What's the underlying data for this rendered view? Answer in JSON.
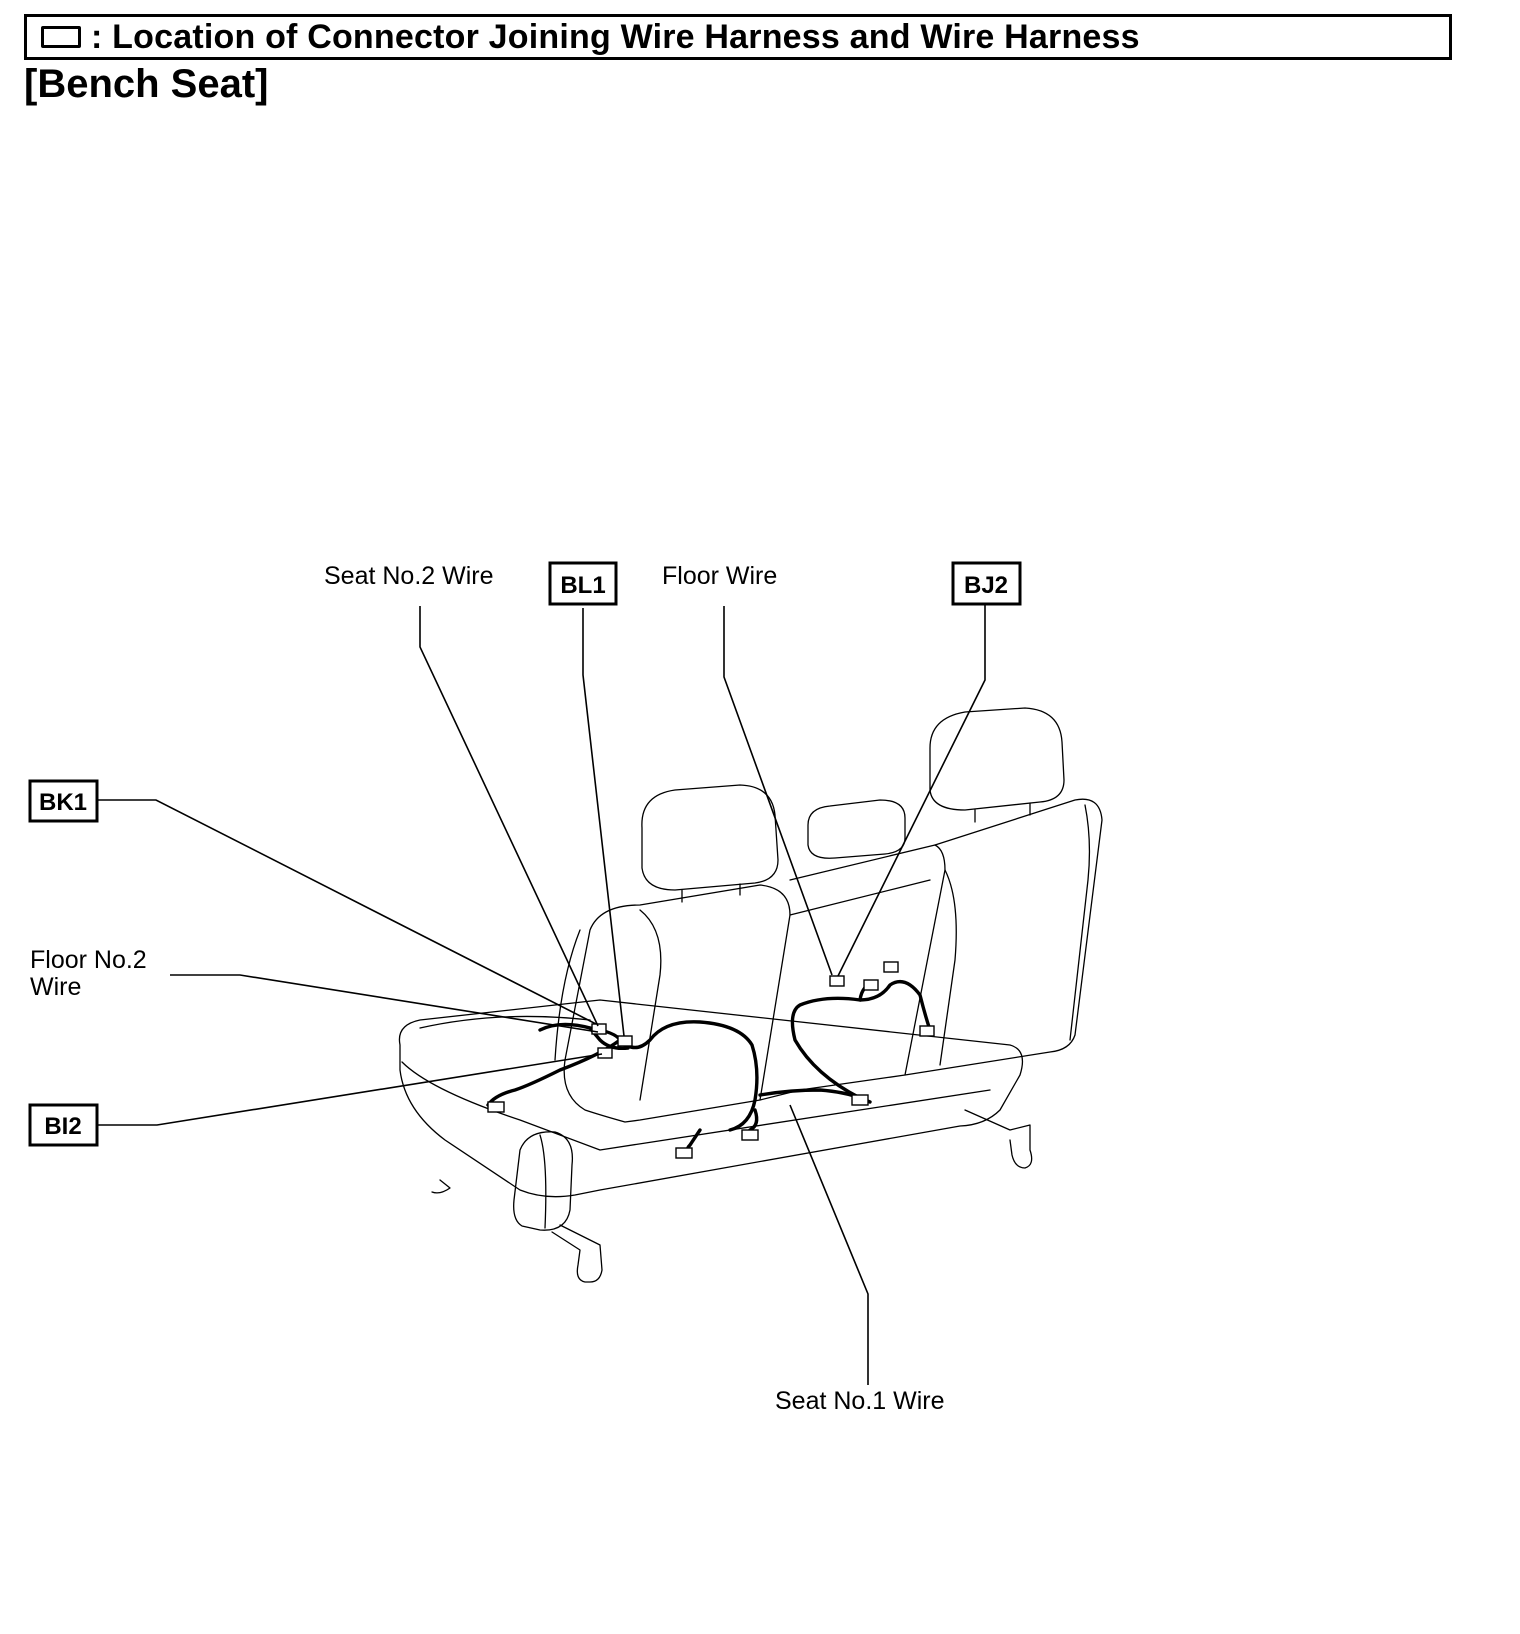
{
  "header": {
    "legend_symbol": "box-symbol",
    "title": ": Location of Connector Joining Wire Harness and Wire Harness",
    "subtitle": "[Bench Seat]"
  },
  "labels": {
    "seat_no2_wire": "Seat No.2 Wire",
    "floor_wire": "Floor Wire",
    "floor_no2_wire_line1": "Floor No.2",
    "floor_no2_wire_line2": "Wire",
    "seat_no1_wire": "Seat No.1 Wire"
  },
  "connectors": {
    "bl1": "BL1",
    "bj2": "BJ2",
    "bk1": "BK1",
    "bi2": "BI2"
  }
}
